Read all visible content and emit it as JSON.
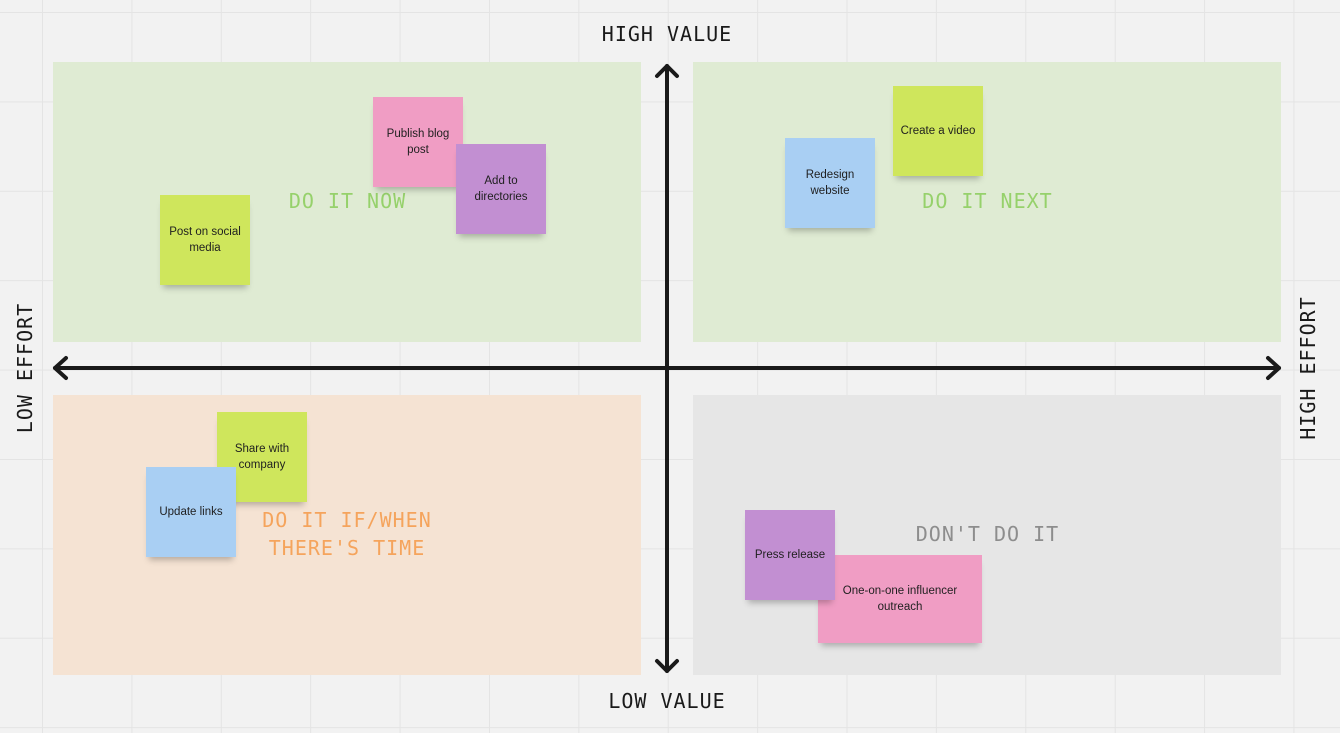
{
  "axes": {
    "top": "HIGH VALUE",
    "bottom": "LOW VALUE",
    "left": "LOW EFFORT",
    "right": "HIGH EFFORT"
  },
  "quadrants": {
    "top_left": "DO IT NOW",
    "top_right": "DO IT NEXT",
    "bottom_left": "DO IT IF/WHEN\nTHERE'S TIME",
    "bottom_right": "DON'T DO IT"
  },
  "notes": {
    "post_social": "Post on social media",
    "publish_blog": "Publish blog post",
    "add_directories": "Add to directories",
    "redesign_website": "Redesign website",
    "create_video": "Create a video",
    "share_company": "Share with company",
    "update_links": "Update links",
    "press_release": "Press release",
    "influencer_outreach": "One-on-one influencer outreach"
  },
  "colors": {
    "lime": "#cfe65c",
    "pink": "#f09dc4",
    "purple": "#c28fd2",
    "blue": "#a9cff3",
    "green_label": "#96d16b",
    "orange_label": "#f5a45c",
    "grey_label": "#8d8d8d"
  }
}
